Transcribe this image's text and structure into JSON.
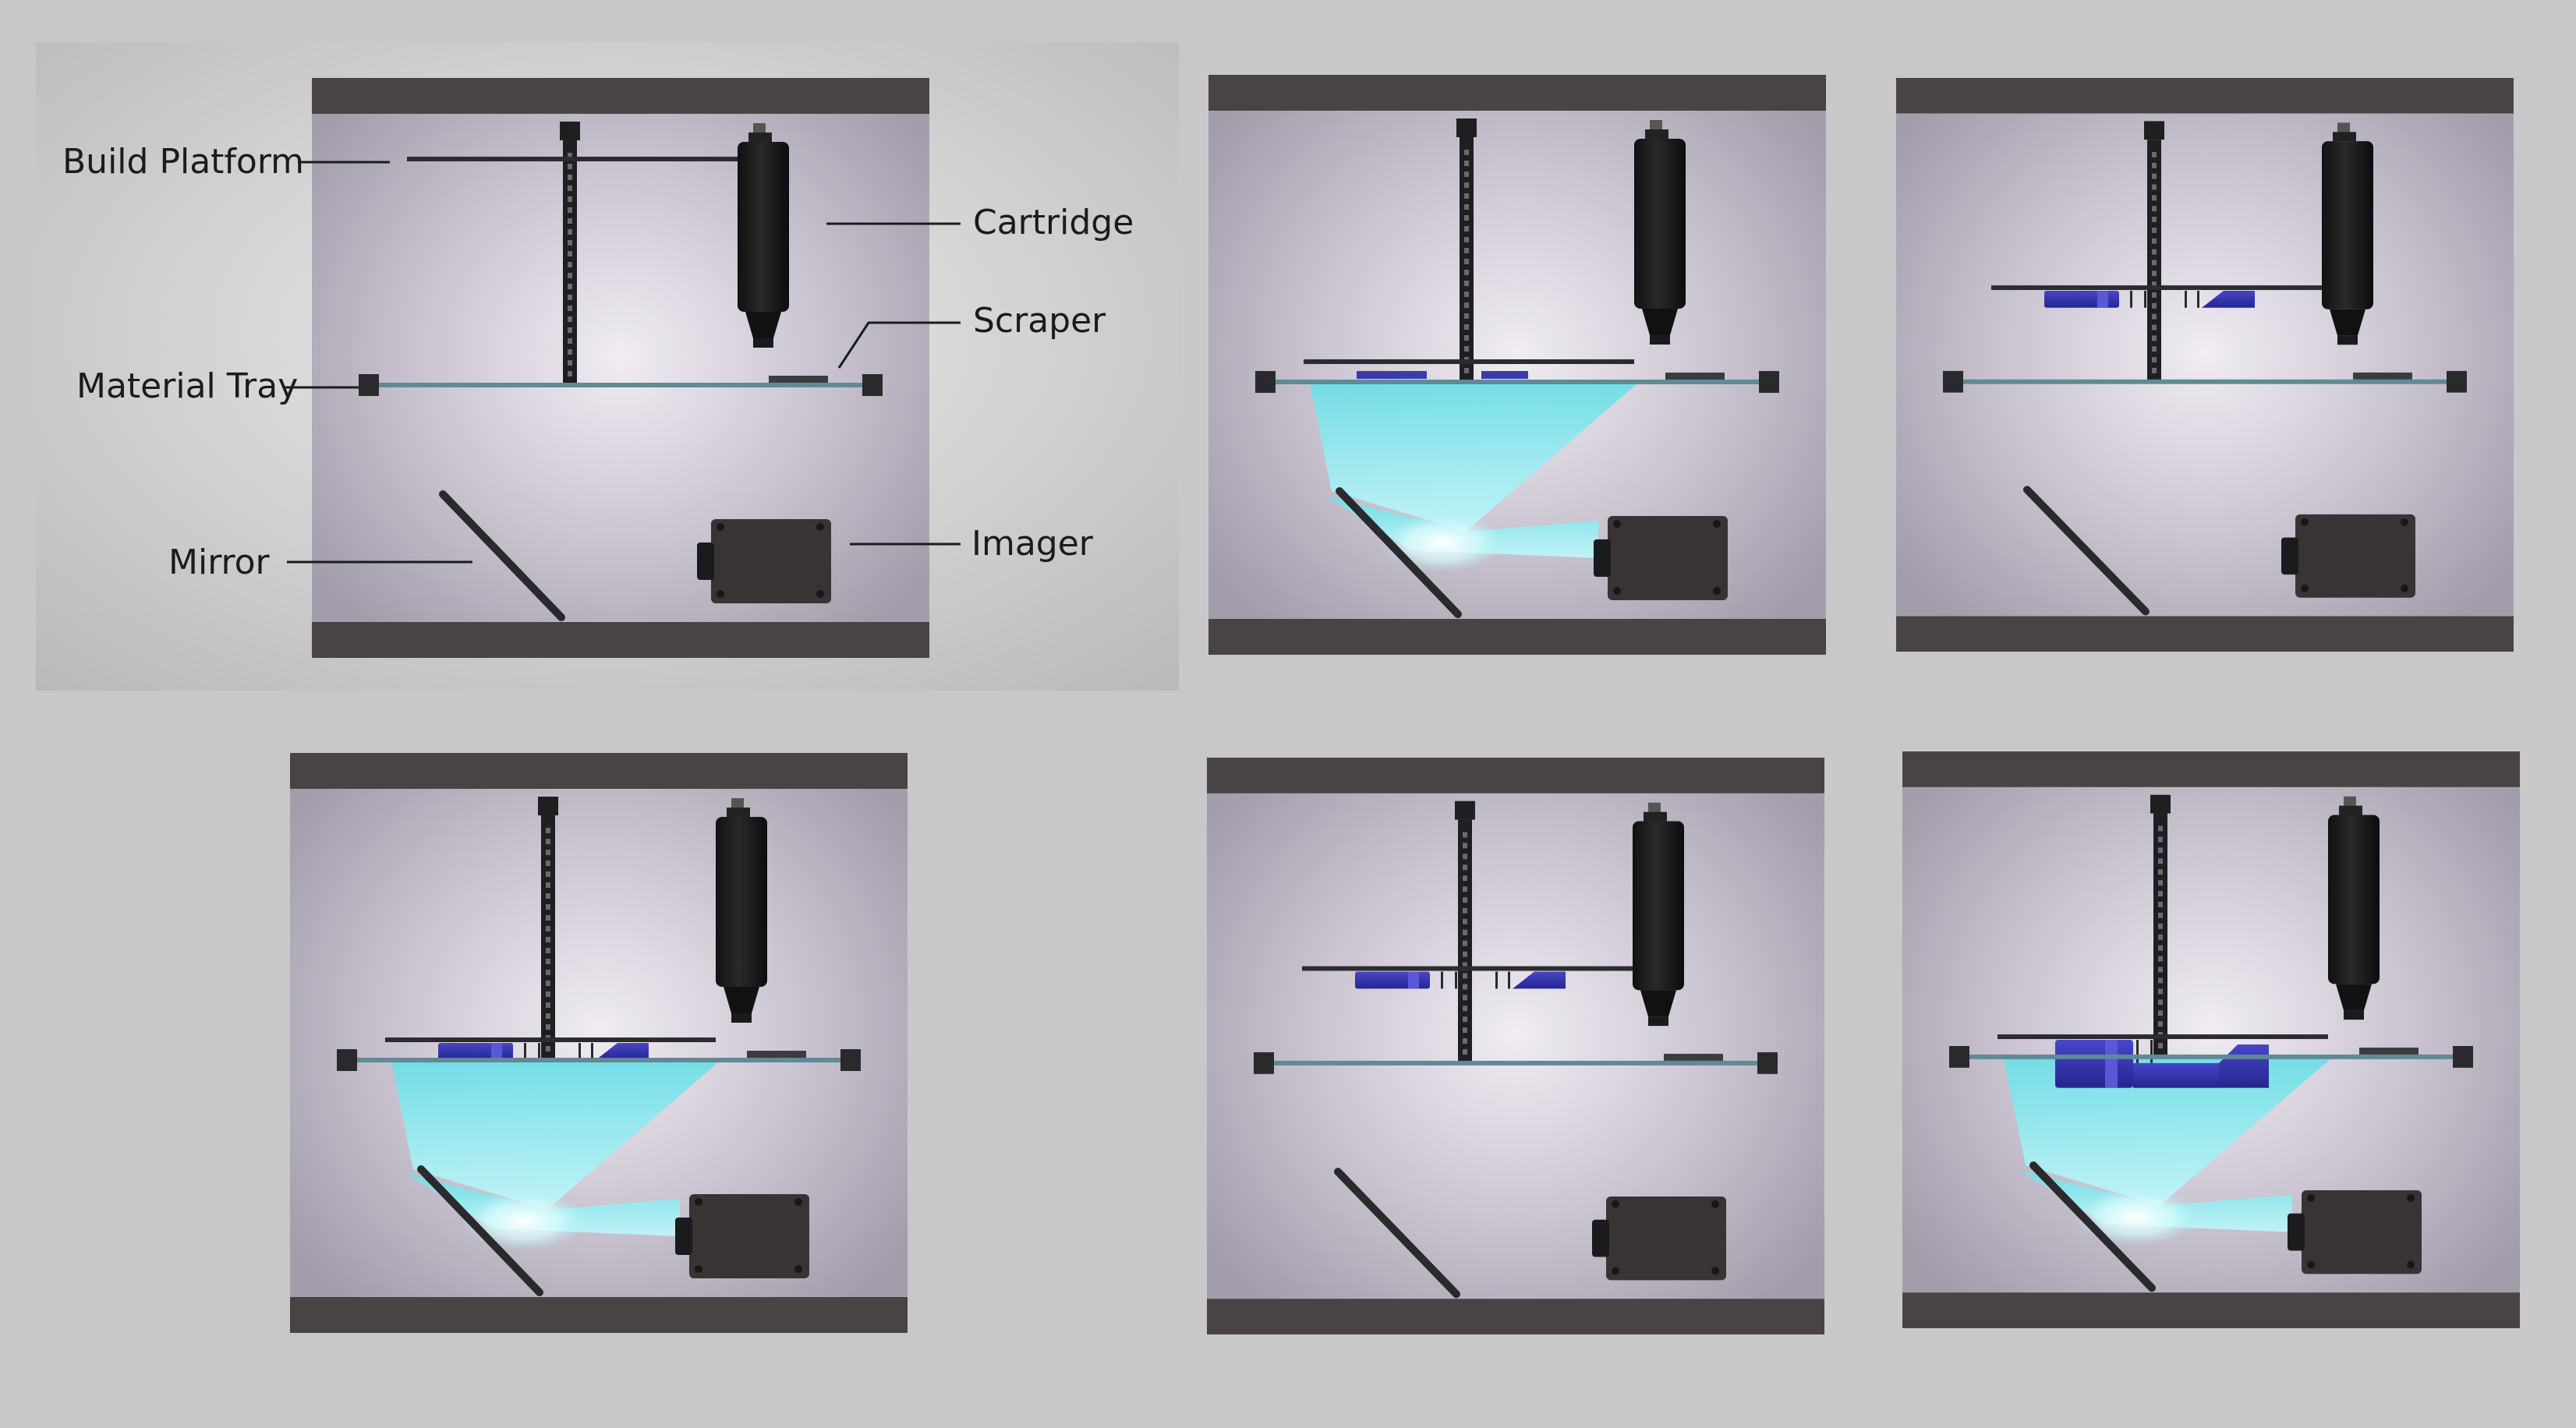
{
  "colors": {
    "page_background": "#c8c8ca",
    "chamber_wall": "#4a4345",
    "chamber_interior_center": "#eeeaf0",
    "chamber_interior_edge": "#a8a2b0",
    "mechanism_dark": "#1f1f22",
    "tray_glass": "#5f8a96",
    "light_beam": "#8ff0f4",
    "printed_part": "#3a3ab0",
    "imager_body": "#3a3335"
  },
  "labels": {
    "build_platform": "Build Platform",
    "cartridge": "Cartridge",
    "scraper": "Scraper",
    "material_tray": "Material Tray",
    "mirror": "Mirror",
    "imager": "Imager"
  },
  "panels": [
    {
      "id": "panel-1-labeled-overview",
      "beam_on": false,
      "platform": "top",
      "part": "none"
    },
    {
      "id": "panel-2",
      "beam_on": true,
      "platform": "down",
      "part": "layer"
    },
    {
      "id": "panel-3",
      "beam_on": false,
      "platform": "raised",
      "part": "small"
    },
    {
      "id": "panel-4",
      "beam_on": true,
      "platform": "down",
      "part": "small"
    },
    {
      "id": "panel-5",
      "beam_on": false,
      "platform": "raised",
      "part": "small"
    },
    {
      "id": "panel-6",
      "beam_on": true,
      "platform": "down",
      "part": "full"
    }
  ]
}
